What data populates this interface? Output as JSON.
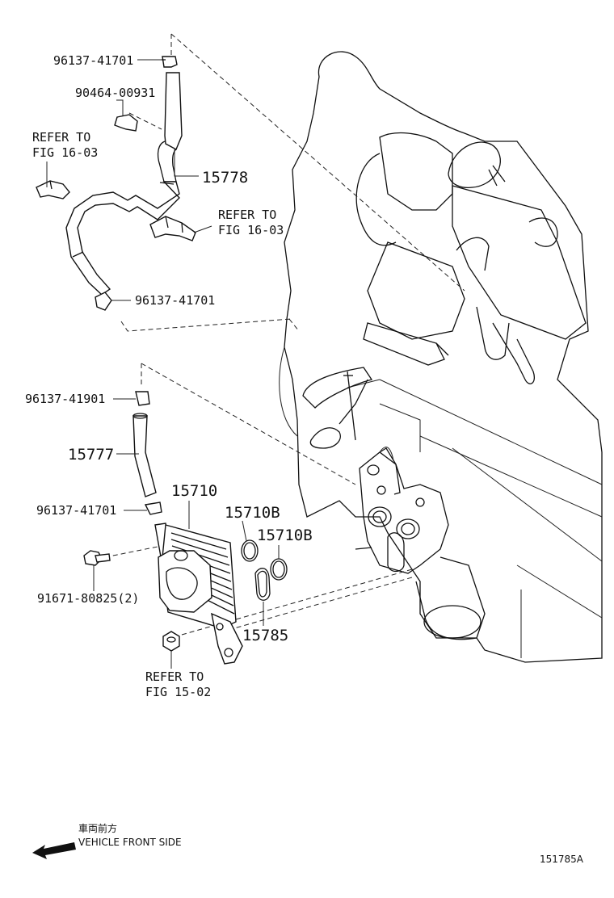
{
  "labels": {
    "p_96137_41701_top": "96137-41701",
    "p_90464_00931": "90464-00931",
    "refer_fig_16_03_a_l1": "REFER TO",
    "refer_fig_16_03_a_l2": "FIG 16-03",
    "p_15778": "15778",
    "refer_fig_16_03_b_l1": "REFER TO",
    "refer_fig_16_03_b_l2": "FIG 16-03",
    "p_96137_41701_mid": "96137-41701",
    "p_96137_41901": "96137-41901",
    "p_15777": "15777",
    "p_15710": "15710",
    "p_96137_41701_low": "96137-41701",
    "p_15710b_a": "15710B",
    "p_15710b_b": "15710B",
    "p_91671_80825": "91671-80825(2)",
    "p_15785": "15785",
    "refer_fig_15_02_l1": "REFER TO",
    "refer_fig_15_02_l2": "FIG 15-02"
  },
  "footer": {
    "front_jp": "車両前方",
    "front_en": "VEHICLE FRONT SIDE",
    "figure_id": "151785A"
  },
  "icons": {
    "front_arrow": "left-arrow-icon"
  }
}
